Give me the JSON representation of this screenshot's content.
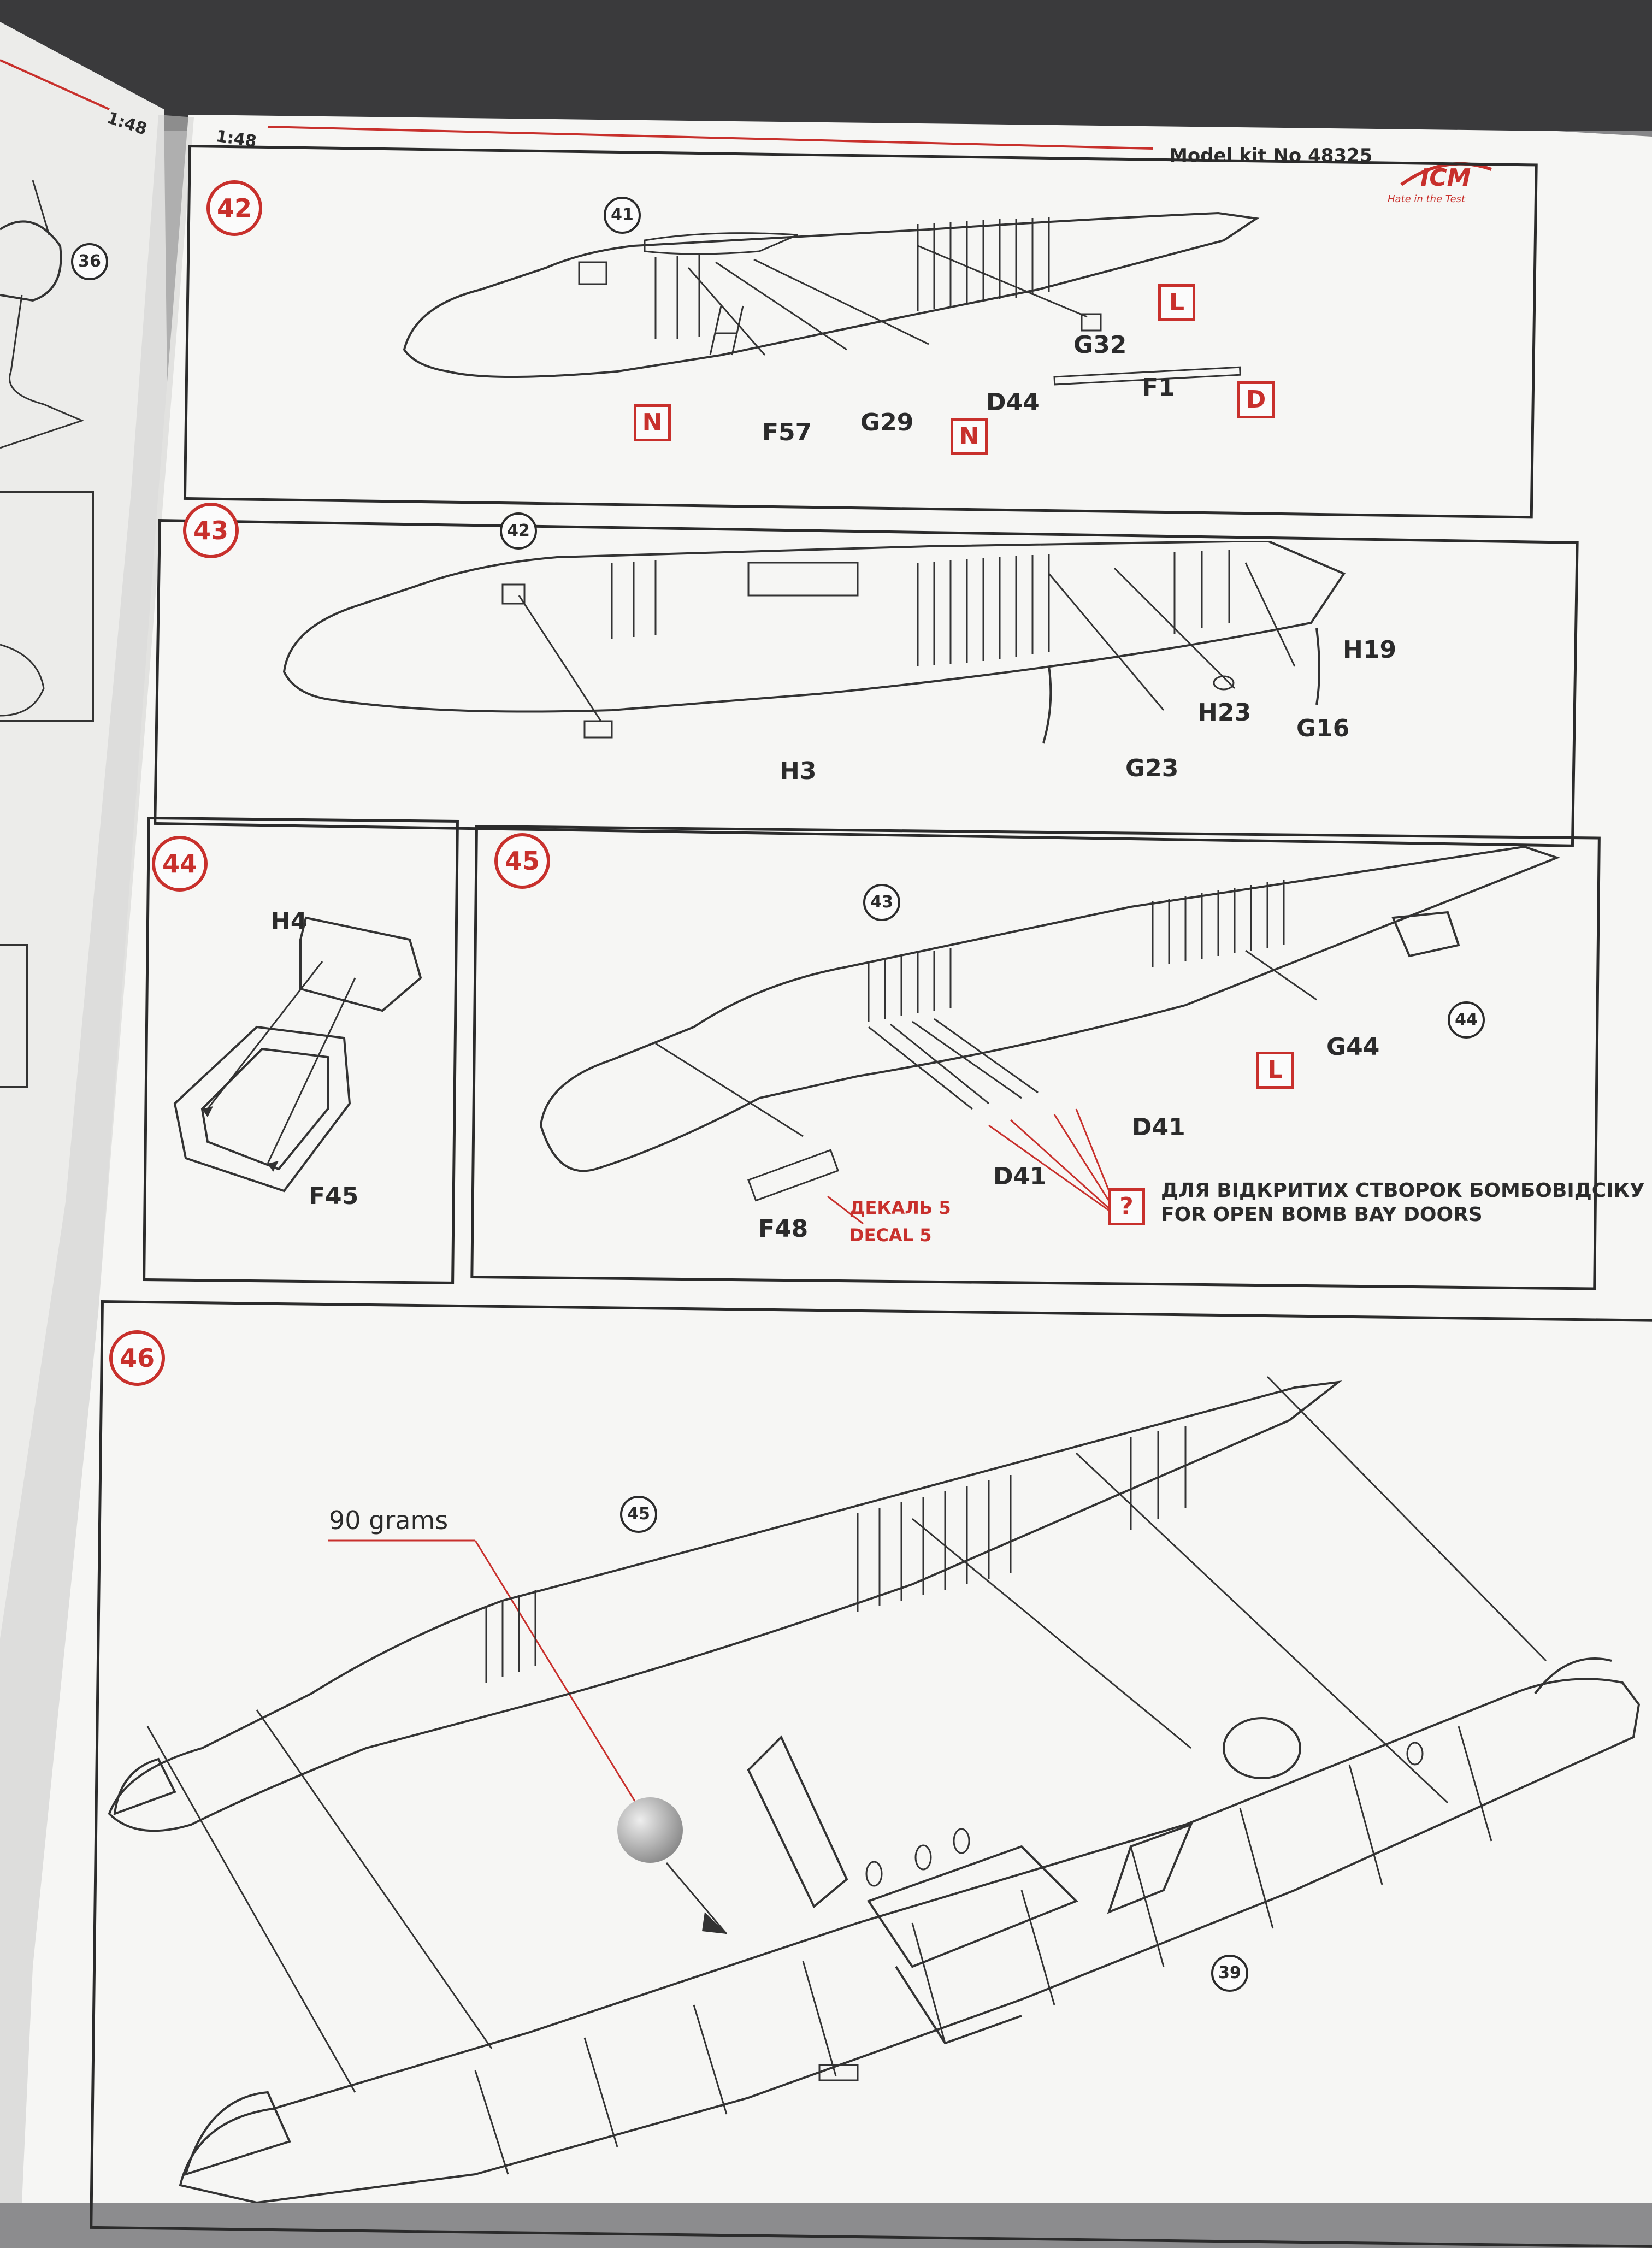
{
  "header": {
    "scale_left": "1:48",
    "scale_right": "1:48",
    "model_kit": "Model kit No 48325",
    "brand": "ICM",
    "brand_tagline": "Hate in the Test"
  },
  "left_page": {
    "step_ref": "36"
  },
  "steps": {
    "s42": {
      "number": "42",
      "ref": "41",
      "parts": [
        "G32",
        "F1",
        "D44",
        "G29",
        "F57"
      ],
      "red_boxes": [
        "L",
        "D",
        "N",
        "N"
      ]
    },
    "s43": {
      "number": "43",
      "ref": "42",
      "parts": [
        "H19",
        "H23",
        "G16",
        "H3",
        "G23"
      ]
    },
    "s44": {
      "number": "44",
      "parts": [
        "H4",
        "F45"
      ]
    },
    "s45": {
      "number": "45",
      "ref": "43",
      "ref2": "44",
      "parts": [
        "G44",
        "D41",
        "D41",
        "F48"
      ],
      "red_box": "L",
      "decal_ua": "ДЕКАЛЬ 5",
      "decal_en": "DECAL 5",
      "question_box": "?",
      "note_ua": "ДЛЯ ВІДКРИТИХ СТВОРОК БОМБОВІДСІКУ",
      "note_en": "FOR OPEN BOMB BAY DOORS"
    },
    "s46": {
      "number": "46",
      "ref": "45",
      "ref2": "39",
      "weight_note": "90 grams"
    }
  },
  "colors": {
    "accent_red": "#c8302c",
    "ink": "#2b2b2b",
    "paper": "#f7f7f5",
    "background": "#8c8c8e"
  }
}
